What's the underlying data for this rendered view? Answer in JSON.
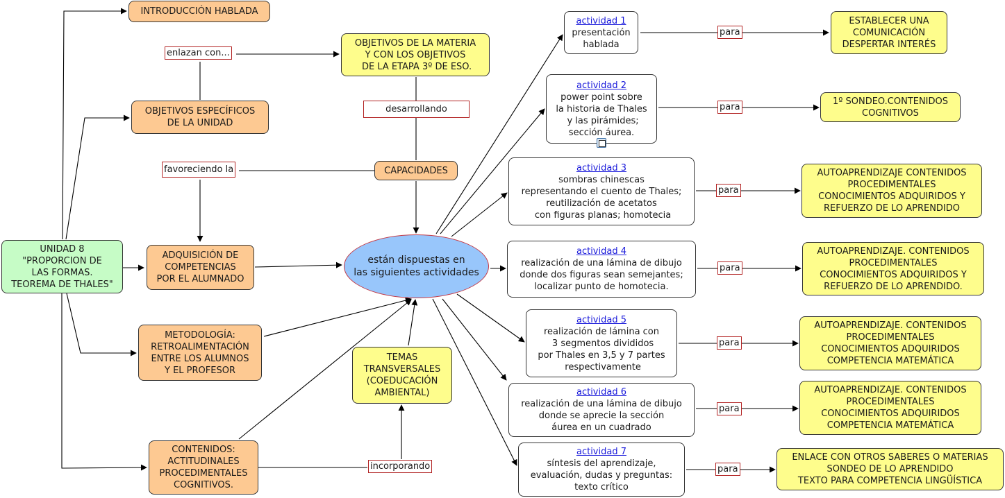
{
  "map": {
    "root": "UNIDAD 8\n\"PROPORCION DE\nLAS FORMAS.\nTEOREMA DE THALES\"",
    "intro": "INTRODUCCIÓN HABLADA",
    "objetivos_especificos": "OBJETIVOS ESPECÍFICOS\nDE LA UNIDAD",
    "objetivos_materia": "OBJETIVOS DE LA MATERIA\nY CON LOS OBJETIVOS\n DE LA ETAPA 3º DE ESO.",
    "capacidades": "CAPACIDADES",
    "adquisicion": "ADQUISICIÓN DE\nCOMPETENCIAS\nPOR EL ALUMNADO",
    "metodologia": "METODOLOGÍA:\nRETROALIMENTACIÓN\nENTRE LOS ALUMNOS\nY EL PROFESOR",
    "contenidos": "CONTENIDOS:\nACTITUDINALES\nPROCEDIMENTALES\nCOGNITIVOS.",
    "temas": "TEMAS\nTRANSVERSALES\n(COEDUCACIÓN\nAMBIENTAL)",
    "center": "están dispuestas en\nlas siguientes actividades"
  },
  "linking_phrases": {
    "enlazan": "enlazan con...",
    "desarrollando": "desarrollando",
    "favoreciendo": "favoreciendo la",
    "incorporando": "incorporando",
    "para": "para"
  },
  "activities": [
    {
      "link": "actividad 1",
      "text": "presentación\nhablada",
      "goal": "ESTABLECER UNA\nCOMUNICACIÓN\nDESPERTAR INTERÉS"
    },
    {
      "link": "actividad 2",
      "text": "power point sobre\nla historia de Thales\n y las pirámides;\nsección áurea.",
      "goal": "1º SONDEO.CONTENIDOS\nCOGNITIVOS"
    },
    {
      "link": "actividad 3",
      "text": "sombras chinescas\nrepresentando el cuento de Thales;\nreutilización de acetatos\n con figuras planas; homotecia",
      "goal": "AUTOAPRENDIZAJE CONTENIDOS\nPROCEDIMENTALES\nCONOCIMIENTOS ADQUIRIDOS Y\nREFUERZO DE LO APRENDIDO"
    },
    {
      "link": "actividad 4",
      "text": "realización de una lámina de dibujo\ndonde dos figuras sean semejantes;\nlocalizar punto de homotecia.",
      "goal": "AUTOAPRENDIZAJE. CONTENIDOS\nPROCEDIMENTALES\nCONOCIMIENTOS ADQUIRIDOS Y\nREFUERZO DE LO APRENDIDO."
    },
    {
      "link": "actividad 5",
      "text": "realización de lámina con\n 3 segmentos divididos\npor Thales en 3,5 y 7 partes\n respectivamente",
      "goal": "AUTOAPRENDIZAJE. CONTENIDOS\nPROCEDIMENTALES\nCONOCIMIENTOS ADQUIRIDOS\nCOMPETENCIA MATEMÁTICA"
    },
    {
      "link": "actividad 6",
      "text": "realización de una lámina de dibujo\ndonde se aprecie la sección\náurea en un cuadrado",
      "goal": "AUTOAPRENDIZAJE. CONTENIDOS\nPROCEDIMENTALES\nCONOCIMIENTOS ADQUIRIDOS\nCOMPETENCIA MATEMÁTICA"
    },
    {
      "link": "actividad 7",
      "text": "síntesis del aprendizaje,\nevaluación, dudas y preguntas:\ntexto crítico",
      "goal": "ENLACE CON OTROS SABERES O MATERIAS\nSONDEO DE LO APRENDIDO\nTEXTO PARA COMPETENCIA LINGÜÍSTICA"
    }
  ],
  "icons": {
    "activity_2_attachment": "document-icon"
  },
  "colors": {
    "orange": "#fdc992",
    "yellow": "#fefd8c",
    "green": "#c6fcc6",
    "ellipse": "#98c6fb",
    "ellipse_border": "#c43a46",
    "label_border": "#b22222",
    "link": "#1a1adb"
  }
}
